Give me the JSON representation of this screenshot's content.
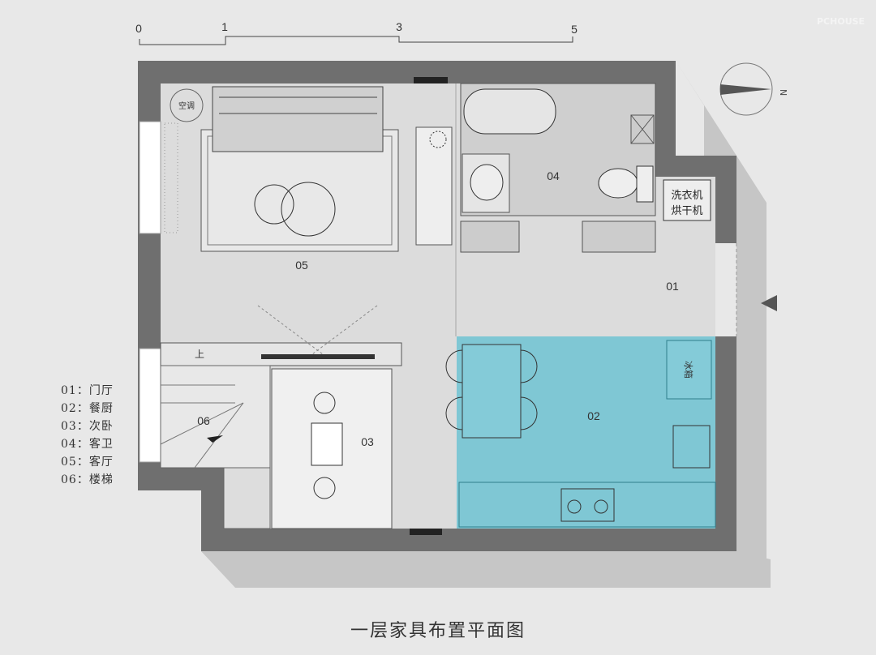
{
  "watermark": "PCHOUSE",
  "scale": {
    "ticks": [
      "0",
      "1",
      "3",
      "5"
    ]
  },
  "compass": {
    "label": "N"
  },
  "rooms": {
    "r01": "01",
    "r02": "02",
    "r03": "03",
    "r04": "04",
    "r05": "05",
    "r06": "06"
  },
  "fixtures": {
    "ac": "空调",
    "washer_line1": "洗衣机",
    "washer_line2": "烘干机",
    "fridge": "冰箱",
    "stairs_up": "上"
  },
  "legend": [
    {
      "text": "01：门厅"
    },
    {
      "text": "02：餐厨"
    },
    {
      "text": "03：次卧"
    },
    {
      "text": "04：客卫"
    },
    {
      "text": "05：客厅"
    },
    {
      "text": "06：楼梯"
    }
  ],
  "title": "一层家具布置平面图",
  "colors": {
    "wall": "#6f6f6f",
    "floor": "#d9d9d9",
    "highlight": "#6fc3d2",
    "shadow": "#c6c6c6"
  }
}
